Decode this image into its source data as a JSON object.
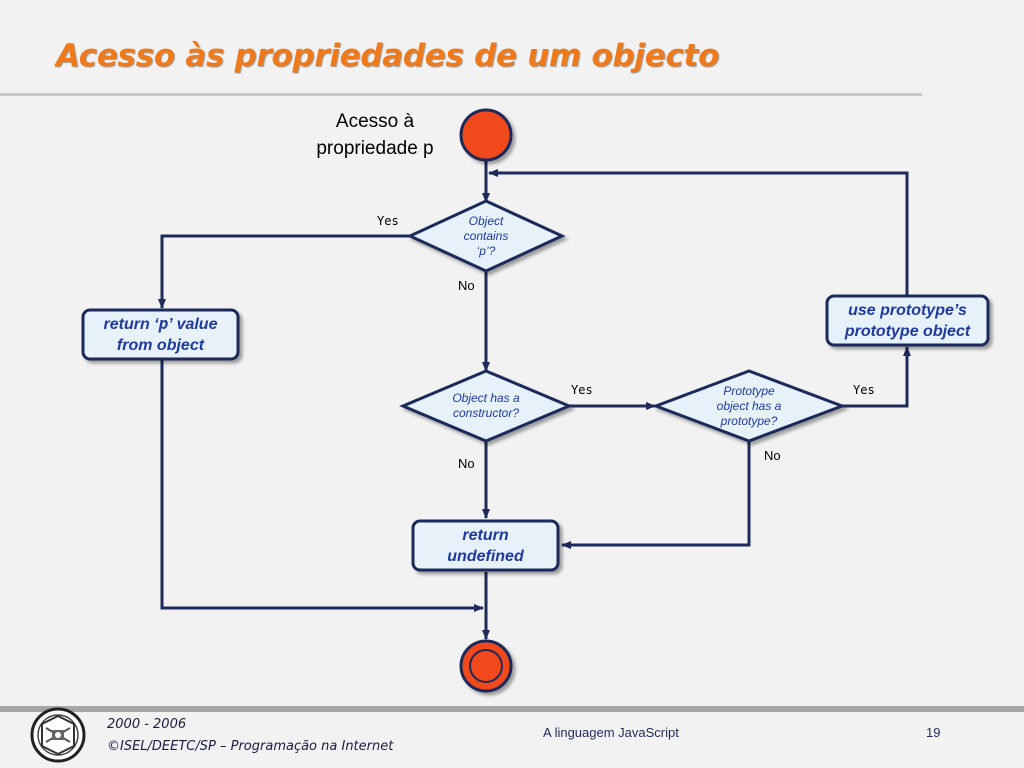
{
  "slide": {
    "title": "Acesso às propriedades de um objecto",
    "accent": "#ee7a1c"
  },
  "diagram": {
    "start_label_line1": "Acesso à",
    "start_label_line2": "propriedade p",
    "nodes": {
      "return_value": {
        "pre": "return ‘",
        "mono": "p",
        "post": "’ value",
        "line2": "from object"
      },
      "use_proto": {
        "line1": "use prototype’s",
        "line2": "prototype object"
      },
      "undefined": {
        "line1": "return",
        "line2": "undefined"
      },
      "d1": {
        "line1": "Object",
        "line2": "contains",
        "line3": "‘p’?"
      },
      "d2": {
        "line1": "Object has a",
        "line2": "constructor?"
      },
      "d3": {
        "line1": "Prototype",
        "line2": "object  has a",
        "line3": "prototype?"
      }
    },
    "labels": {
      "yes": "Yes",
      "no": "No"
    },
    "colors": {
      "stroke": "#1f2a5a",
      "node_fill": "#e6f1fa",
      "terminal": "#f24a1e",
      "text": "#1f3a9a"
    }
  },
  "footer": {
    "years": "2000 - 2006",
    "copyright": "©ISEL/DEETC/SP – Programação na Internet",
    "course": "A linguagem JavaScript",
    "page": "19"
  }
}
